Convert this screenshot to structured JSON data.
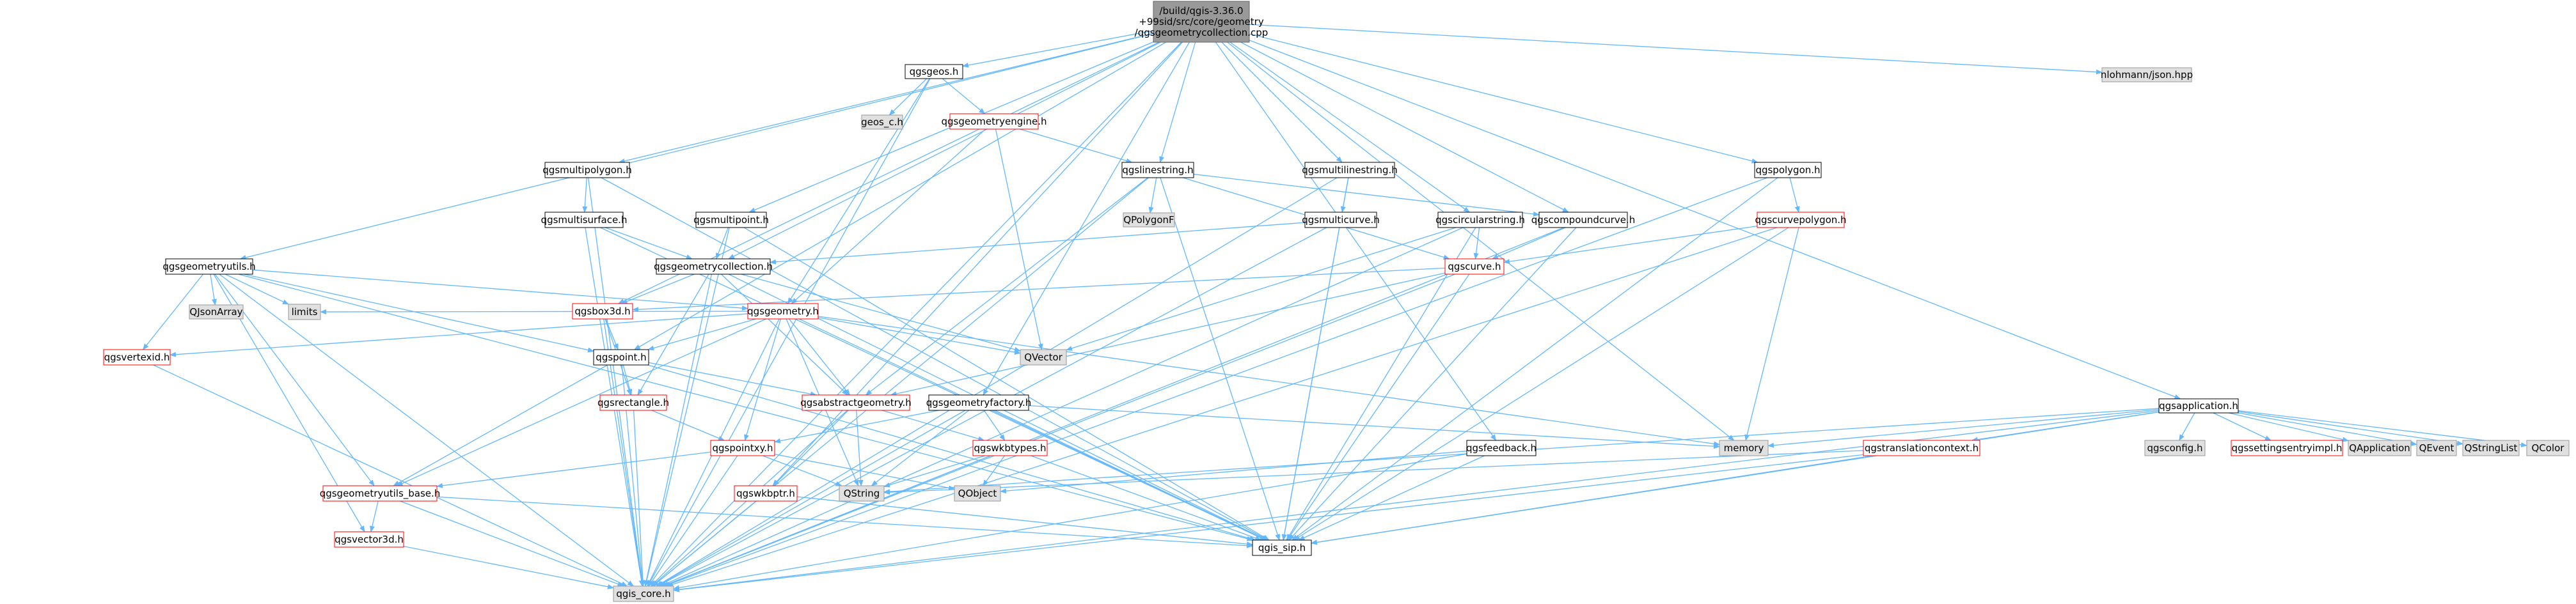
{
  "colors": {
    "edge": "#63b8ff",
    "root_fill": "#999999",
    "root_border": "#666666",
    "node_fill": "#ffffff",
    "node_border": "#000000",
    "red_border": "#ff0000",
    "gray_fill": "#e0e0e0",
    "gray_border": "#999999"
  },
  "nodes": [
    {
      "id": "root",
      "label": "/build/qgis-3.36.0\n+99sid/src/core/geometry\n/qgsgeometrycollection.cpp",
      "style": "root"
    },
    {
      "id": "qgsgeos",
      "label": "qgsgeos.h",
      "style": "normal"
    },
    {
      "id": "geos_c",
      "label": "geos_c.h",
      "style": "gray"
    },
    {
      "id": "qgsgeometryengine",
      "label": "qgsgeometryengine.h",
      "style": "red"
    },
    {
      "id": "qgslinestring",
      "label": "qgslinestring.h",
      "style": "normal"
    },
    {
      "id": "qgspolygonf",
      "label": "QPolygonF",
      "style": "gray"
    },
    {
      "id": "qgsmultipolygon",
      "label": "qgsmultipolygon.h",
      "style": "normal"
    },
    {
      "id": "qgsmultisurface",
      "label": "qgsmultisurface.h",
      "style": "normal"
    },
    {
      "id": "qgsmultipoint",
      "label": "qgsmultipoint.h",
      "style": "normal"
    },
    {
      "id": "qgsgeometrycollection",
      "label": "qgsgeometrycollection.h",
      "style": "normal"
    },
    {
      "id": "qgsmultilinestring",
      "label": "qgsmultilinestring.h",
      "style": "normal"
    },
    {
      "id": "qgsmulticurve",
      "label": "qgsmulticurve.h",
      "style": "normal"
    },
    {
      "id": "qgscircularstring",
      "label": "qgscircularstring.h",
      "style": "normal"
    },
    {
      "id": "qgscompoundcurve",
      "label": "qgscompoundcurve.h",
      "style": "normal"
    },
    {
      "id": "qgscurve",
      "label": "qgscurve.h",
      "style": "red"
    },
    {
      "id": "qgspolygon",
      "label": "qgspolygon.h",
      "style": "normal"
    },
    {
      "id": "qgscurvepolygon",
      "label": "qgscurvepolygon.h",
      "style": "red"
    },
    {
      "id": "nlohmann",
      "label": "nlohmann/json.hpp",
      "style": "gray"
    },
    {
      "id": "qgsgeometryutils",
      "label": "qgsgeometryutils.h",
      "style": "normal"
    },
    {
      "id": "qjsonarray",
      "label": "QJsonArray",
      "style": "gray"
    },
    {
      "id": "qgsvertexid",
      "label": "qgsvertexid.h",
      "style": "red"
    },
    {
      "id": "limits",
      "label": "limits",
      "style": "gray"
    },
    {
      "id": "qgsbox3d",
      "label": "qgsbox3d.h",
      "style": "red"
    },
    {
      "id": "qgsgeometry",
      "label": "qgsgeometry.h",
      "style": "red"
    },
    {
      "id": "qvector",
      "label": "QVector",
      "style": "gray"
    },
    {
      "id": "qgspoint",
      "label": "qgspoint.h",
      "style": "normal"
    },
    {
      "id": "qgsrectangle",
      "label": "qgsrectangle.h",
      "style": "red"
    },
    {
      "id": "qgsabstractgeometry",
      "label": "qgsabstractgeometry.h",
      "style": "red"
    },
    {
      "id": "qgsgeometryfactory",
      "label": "qgsgeometryfactory.h",
      "style": "normal"
    },
    {
      "id": "memory",
      "label": "memory",
      "style": "gray"
    },
    {
      "id": "qgsfeedback",
      "label": "qgsfeedback.h",
      "style": "normal"
    },
    {
      "id": "qgspointxy",
      "label": "qgspointxy.h",
      "style": "red"
    },
    {
      "id": "qgswkbtypes",
      "label": "qgswkbtypes.h",
      "style": "red"
    },
    {
      "id": "qgsgeometryutils_base",
      "label": "qgsgeometryutils_base.h",
      "style": "red"
    },
    {
      "id": "qgsvector3d",
      "label": "qgsvector3d.h",
      "style": "red"
    },
    {
      "id": "qgswkbptr",
      "label": "qgswkbptr.h",
      "style": "red"
    },
    {
      "id": "qstring",
      "label": "QString",
      "style": "gray"
    },
    {
      "id": "qobject",
      "label": "QObject",
      "style": "gray"
    },
    {
      "id": "qgis_sip",
      "label": "qgis_sip.h",
      "style": "normal"
    },
    {
      "id": "qgis_core",
      "label": "qgis_core.h",
      "style": "gray"
    },
    {
      "id": "qgsapplication",
      "label": "qgsapplication.h",
      "style": "normal"
    },
    {
      "id": "qgsconfig",
      "label": "qgsconfig.h",
      "style": "gray"
    },
    {
      "id": "qgssettingsentryimpl",
      "label": "qgssettingsentryimpl.h",
      "style": "red"
    },
    {
      "id": "qapplication",
      "label": "QApplication",
      "style": "gray"
    },
    {
      "id": "qevent",
      "label": "QEvent",
      "style": "gray"
    },
    {
      "id": "qstringlist",
      "label": "QStringList",
      "style": "gray"
    },
    {
      "id": "qcolor",
      "label": "QColor",
      "style": "gray"
    },
    {
      "id": "qgstranslationcontext",
      "label": "qgstranslationcontext.h",
      "style": "red"
    }
  ],
  "edges": [
    [
      "root",
      "qgsgeos"
    ],
    [
      "root",
      "qgslinestring"
    ],
    [
      "root",
      "qgsmultipolygon"
    ],
    [
      "root",
      "qgsmultipoint"
    ],
    [
      "root",
      "qgsgeometrycollection"
    ],
    [
      "root",
      "qgsmultilinestring"
    ],
    [
      "root",
      "qgscircularstring"
    ],
    [
      "root",
      "qgscompoundcurve"
    ],
    [
      "root",
      "qgspolygon"
    ],
    [
      "root",
      "nlohmann"
    ],
    [
      "root",
      "qgsgeometryutils"
    ],
    [
      "root",
      "qgsbox3d"
    ],
    [
      "root",
      "qgspoint"
    ],
    [
      "root",
      "qgsgeometryfactory"
    ],
    [
      "root",
      "memory"
    ],
    [
      "root",
      "qgsfeedback"
    ],
    [
      "root",
      "qgsapplication"
    ],
    [
      "root",
      "qgis_core"
    ],
    [
      "root",
      "qgswkbptr"
    ],
    [
      "qgsgeos",
      "geos_c"
    ],
    [
      "qgsgeos",
      "qgsgeometryengine"
    ],
    [
      "qgsgeos",
      "qgsgeometry"
    ],
    [
      "qgsgeos",
      "qgis_core"
    ],
    [
      "qgsgeometryengine",
      "qgslinestring"
    ],
    [
      "qgsgeometryengine",
      "qgsgeometry"
    ],
    [
      "qgsgeometryengine",
      "qvector"
    ],
    [
      "qgslinestring",
      "qgspolygonf"
    ],
    [
      "qgslinestring",
      "qgscompoundcurve"
    ],
    [
      "qgslinestring",
      "qgscurve"
    ],
    [
      "qgslinestring",
      "qgis_core"
    ],
    [
      "qgslinestring",
      "qgis_sip"
    ],
    [
      "qgslinestring",
      "qgsabstractgeometry"
    ],
    [
      "qgsmultipolygon",
      "qgsmultisurface"
    ],
    [
      "qgsmultipolygon",
      "qgis_core"
    ],
    [
      "qgsmultipolygon",
      "qgis_sip"
    ],
    [
      "qgsmultisurface",
      "qgsgeometrycollection"
    ],
    [
      "qgsmultisurface",
      "qgis_core"
    ],
    [
      "qgsmultisurface",
      "qgis_sip"
    ],
    [
      "qgsmultipoint",
      "qgsgeometrycollection"
    ],
    [
      "qgsmultipoint",
      "qgis_core"
    ],
    [
      "qgsmultipoint",
      "qgis_sip"
    ],
    [
      "qgsgeometrycollection",
      "qvector"
    ],
    [
      "qgsgeometrycollection",
      "qgsabstractgeometry"
    ],
    [
      "qgsgeometrycollection",
      "qgsrectangle"
    ],
    [
      "qgsgeometrycollection",
      "qgsbox3d"
    ],
    [
      "qgsgeometrycollection",
      "qgis_core"
    ],
    [
      "qgsgeometrycollection",
      "qgis_sip"
    ],
    [
      "qgsmultilinestring",
      "qgsmulticurve"
    ],
    [
      "qgsmultilinestring",
      "qgis_core"
    ],
    [
      "qgsmultilinestring",
      "qgis_sip"
    ],
    [
      "qgsmulticurve",
      "qgsgeometrycollection"
    ],
    [
      "qgsmulticurve",
      "qgis_core"
    ],
    [
      "qgsmulticurve",
      "qgis_sip"
    ],
    [
      "qgscircularstring",
      "qgscurve"
    ],
    [
      "qgscircularstring",
      "qvector"
    ],
    [
      "qgscircularstring",
      "qgis_core"
    ],
    [
      "qgscircularstring",
      "qgis_sip"
    ],
    [
      "qgscompoundcurve",
      "qgscurve"
    ],
    [
      "qgscompoundcurve",
      "qgis_core"
    ],
    [
      "qgscompoundcurve",
      "qgis_sip"
    ],
    [
      "qgscurve",
      "qgsabstractgeometry"
    ],
    [
      "qgscurve",
      "qgsbox3d"
    ],
    [
      "qgscurve",
      "qgis_core"
    ],
    [
      "qgscurve",
      "qgis_sip"
    ],
    [
      "qgspolygon",
      "qgscurvepolygon"
    ],
    [
      "qgspolygon",
      "qgis_core"
    ],
    [
      "qgspolygon",
      "qgis_sip"
    ],
    [
      "qgscurvepolygon",
      "qgscurve"
    ],
    [
      "qgscurvepolygon",
      "memory"
    ],
    [
      "qgscurvepolygon",
      "qgis_core"
    ],
    [
      "qgscurvepolygon",
      "qgis_sip"
    ],
    [
      "qgsgeometryutils",
      "qjsonarray"
    ],
    [
      "qgsgeometryutils",
      "qgsvertexid"
    ],
    [
      "qgsgeometryutils",
      "limits"
    ],
    [
      "qgsgeometryutils",
      "qgspoint"
    ],
    [
      "qgsgeometryutils",
      "qgsgeometry"
    ],
    [
      "qgsgeometryutils",
      "qgsgeometryutils_base"
    ],
    [
      "qgsgeometryutils",
      "qgsvector3d"
    ],
    [
      "qgsgeometryutils",
      "qgis_core"
    ],
    [
      "qgsgeometryutils",
      "qgis_sip"
    ],
    [
      "qgsvertexid",
      "qgis_core"
    ],
    [
      "qgsbox3d",
      "qgspoint"
    ],
    [
      "qgsbox3d",
      "qgsrectangle"
    ],
    [
      "qgsbox3d",
      "qgis_core"
    ],
    [
      "qgsgeometry",
      "qvector"
    ],
    [
      "qgsgeometry",
      "memory"
    ],
    [
      "qgsgeometry",
      "qgsabstractgeometry"
    ],
    [
      "qgsgeometry",
      "qgspointxy"
    ],
    [
      "qgsgeometry",
      "qgspoint"
    ],
    [
      "qgsgeometry",
      "qgsvertexid"
    ],
    [
      "qgsgeometry",
      "limits"
    ],
    [
      "qgsgeometry",
      "qgis_core"
    ],
    [
      "qgsgeometry",
      "qgis_sip"
    ],
    [
      "qgsgeometry",
      "qgsgeometryutils_base"
    ],
    [
      "qgsgeometry",
      "qstring"
    ],
    [
      "qgspoint",
      "qgsabstractgeometry"
    ],
    [
      "qgspoint",
      "qgsrectangle"
    ],
    [
      "qgspoint",
      "qgsgeometryutils_base"
    ],
    [
      "qgspoint",
      "qgis_core"
    ],
    [
      "qgspoint",
      "qgis_sip"
    ],
    [
      "qgsrectangle",
      "qgspointxy"
    ],
    [
      "qgsrectangle",
      "qgis_core"
    ],
    [
      "qgsabstractgeometry",
      "qgswkbtypes"
    ],
    [
      "qgsabstractgeometry",
      "qgswkbptr"
    ],
    [
      "qgsabstractgeometry",
      "qstring"
    ],
    [
      "qgsabstractgeometry",
      "qgis_core"
    ],
    [
      "qgsgeometryfactory",
      "memory"
    ],
    [
      "qgsgeometryfactory",
      "qgswkbtypes"
    ],
    [
      "qgsgeometryfactory",
      "qgspointxy"
    ],
    [
      "qgsgeometryfactory",
      "qstring"
    ],
    [
      "qgsgeometryfactory",
      "qgis_core"
    ],
    [
      "qgsgeometryfactory",
      "qgis_sip"
    ],
    [
      "qgsfeedback",
      "qobject"
    ],
    [
      "qgsfeedback",
      "qgis_core"
    ],
    [
      "qgsfeedback",
      "qgis_sip"
    ],
    [
      "qgspointxy",
      "qgsgeometryutils_base"
    ],
    [
      "qgspointxy",
      "qobject"
    ],
    [
      "qgspointxy",
      "qstring"
    ],
    [
      "qgspointxy",
      "qgis_core"
    ],
    [
      "qgswkbtypes",
      "qobject"
    ],
    [
      "qgswkbtypes",
      "qstring"
    ],
    [
      "qgswkbtypes",
      "qgis_core"
    ],
    [
      "qgswkbtypes",
      "qgis_sip"
    ],
    [
      "qgsgeometryutils_base",
      "qgsvector3d"
    ],
    [
      "qgsgeometryutils_base",
      "qgis_core"
    ],
    [
      "qgsgeometryutils_base",
      "qgis_sip"
    ],
    [
      "qgsvector3d",
      "qgis_core"
    ],
    [
      "qgswkbptr",
      "qgis_core"
    ],
    [
      "qgswkbptr",
      "qgis_sip"
    ],
    [
      "qgsapplication",
      "qgsconfig"
    ],
    [
      "qgsapplication",
      "qgssettingsentryimpl"
    ],
    [
      "qgsapplication",
      "qapplication"
    ],
    [
      "qgsapplication",
      "qevent"
    ],
    [
      "qgsapplication",
      "qstringlist"
    ],
    [
      "qgsapplication",
      "qcolor"
    ],
    [
      "qgsapplication",
      "memory"
    ],
    [
      "qgsapplication",
      "qgstranslationcontext"
    ],
    [
      "qgsapplication",
      "qgis_core"
    ],
    [
      "qgsapplication",
      "qgis_sip"
    ],
    [
      "qgsapplication",
      "qstring"
    ],
    [
      "qgstranslationcontext",
      "qstring"
    ],
    [
      "qgstranslationcontext",
      "qgis_core"
    ],
    [
      "qgstranslationcontext",
      "qgis_sip"
    ]
  ]
}
